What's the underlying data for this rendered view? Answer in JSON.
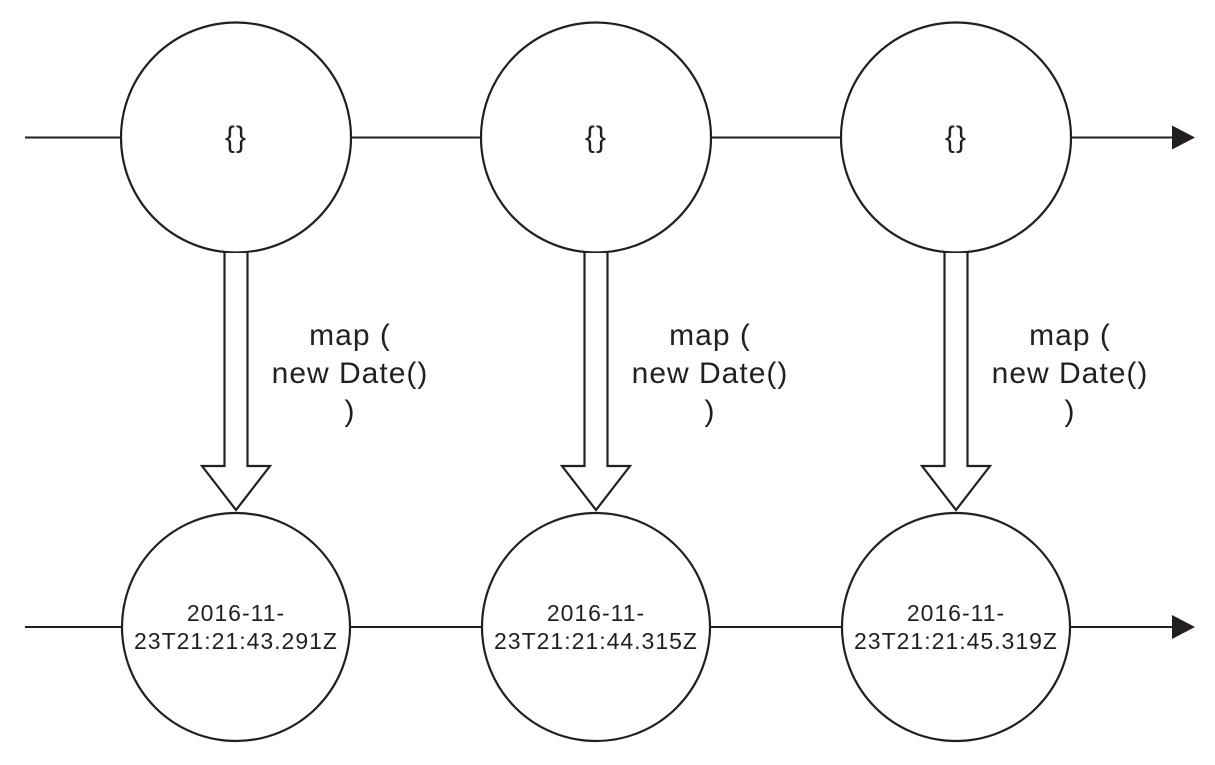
{
  "diagram": {
    "kind": "marble-diagram",
    "colors": {
      "stroke": "#231f20",
      "fill": "#ffffff"
    },
    "source_stream": {
      "events": [
        "{}",
        "{}",
        "{}"
      ]
    },
    "operators": [
      "map (\nnew Date()\n)",
      "map (\nnew Date()\n)",
      "map (\nnew Date()\n)"
    ],
    "result_stream": {
      "events": [
        "2016-11-\n23T21:21:43.291Z",
        "2016-11-\n23T21:21:44.315Z",
        "2016-11-\n23T21:21:45.319Z"
      ]
    }
  }
}
